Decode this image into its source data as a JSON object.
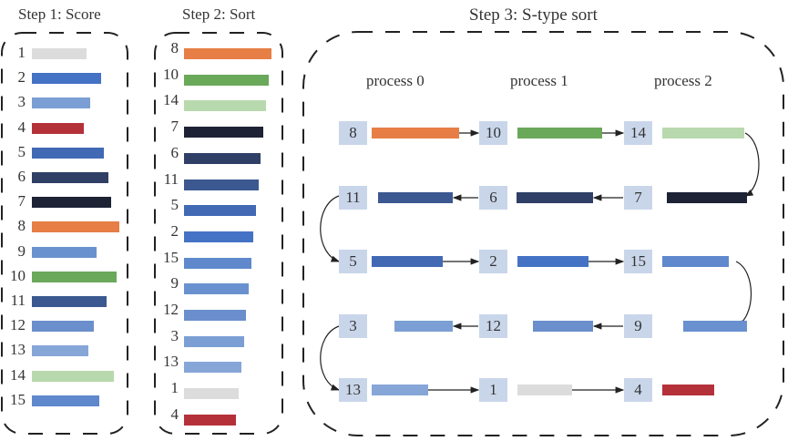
{
  "titles": {
    "step1": "Step 1: Score",
    "step2": "Step 2: Sort",
    "step3": "Step 3: S-type sort"
  },
  "colors": {
    "1": "#dcdcdc",
    "2": "#4472c4",
    "3": "#7b9fd4",
    "4": "#b5313a",
    "5": "#4169b4",
    "6": "#2f3f66",
    "7": "#1e2235",
    "8": "#e67e45",
    "9": "#6a91cf",
    "10": "#6aa85a",
    "11": "#3b5890",
    "12": "#6a8fcc",
    "13": "#86a6d8",
    "14": "#b8d9ad",
    "15": "#5f89cc"
  },
  "step1": {
    "items": [
      {
        "id": "1",
        "score": 0.62
      },
      {
        "id": "2",
        "score": 0.79
      },
      {
        "id": "3",
        "score": 0.67
      },
      {
        "id": "4",
        "score": 0.59
      },
      {
        "id": "5",
        "score": 0.82
      },
      {
        "id": "6",
        "score": 0.88
      },
      {
        "id": "7",
        "score": 0.91
      },
      {
        "id": "8",
        "score": 1.0
      },
      {
        "id": "9",
        "score": 0.74
      },
      {
        "id": "10",
        "score": 0.97
      },
      {
        "id": "11",
        "score": 0.85
      },
      {
        "id": "12",
        "score": 0.71
      },
      {
        "id": "13",
        "score": 0.65
      },
      {
        "id": "14",
        "score": 0.94
      },
      {
        "id": "15",
        "score": 0.77
      }
    ]
  },
  "step2": {
    "items": [
      {
        "id": "8",
        "score": 1.0
      },
      {
        "id": "10",
        "score": 0.97
      },
      {
        "id": "14",
        "score": 0.94
      },
      {
        "id": "7",
        "score": 0.91
      },
      {
        "id": "6",
        "score": 0.88
      },
      {
        "id": "11",
        "score": 0.85
      },
      {
        "id": "5",
        "score": 0.82
      },
      {
        "id": "2",
        "score": 0.79
      },
      {
        "id": "15",
        "score": 0.77
      },
      {
        "id": "9",
        "score": 0.74
      },
      {
        "id": "12",
        "score": 0.71
      },
      {
        "id": "3",
        "score": 0.69
      },
      {
        "id": "13",
        "score": 0.66
      },
      {
        "id": "1",
        "score": 0.62
      },
      {
        "id": "4",
        "score": 0.59
      }
    ]
  },
  "step3": {
    "process_labels": [
      "process 0",
      "process 1",
      "process 2"
    ],
    "rows": [
      [
        "8",
        "10",
        "14"
      ],
      [
        "11",
        "6",
        "7"
      ],
      [
        "5",
        "2",
        "15"
      ],
      [
        "3",
        "12",
        "9"
      ],
      [
        "13",
        "1",
        "4"
      ]
    ]
  }
}
